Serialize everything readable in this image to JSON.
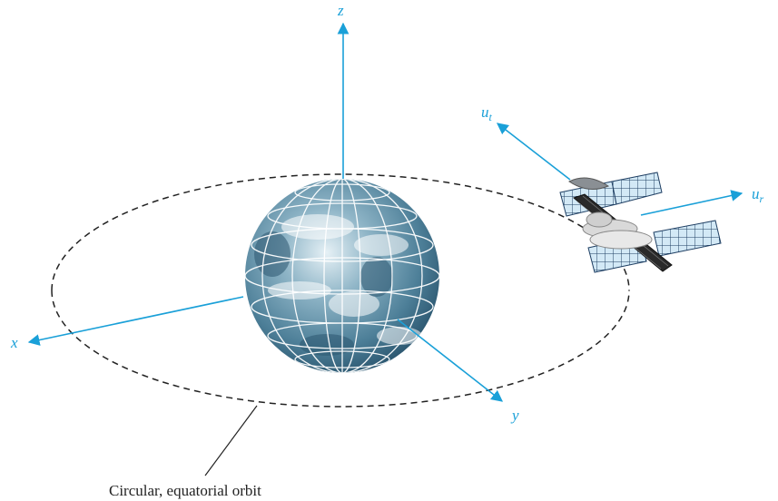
{
  "figure": {
    "caption": "Circular, equatorial orbit",
    "axes": {
      "x": "x",
      "y": "y",
      "z": "z"
    },
    "vectors": {
      "radial_main": "u",
      "radial_sub": "r",
      "transverse_main": "u",
      "transverse_sub": "t"
    }
  },
  "colors": {
    "axis": "#1aa0d8",
    "orbit": "#222222",
    "earth_dark": "#3d6f86",
    "earth_light": "#cfe3ec",
    "panel": "#cfe6f4",
    "panel_grid": "#1f3f63"
  },
  "icons": [
    "earth-globe",
    "satellite"
  ]
}
